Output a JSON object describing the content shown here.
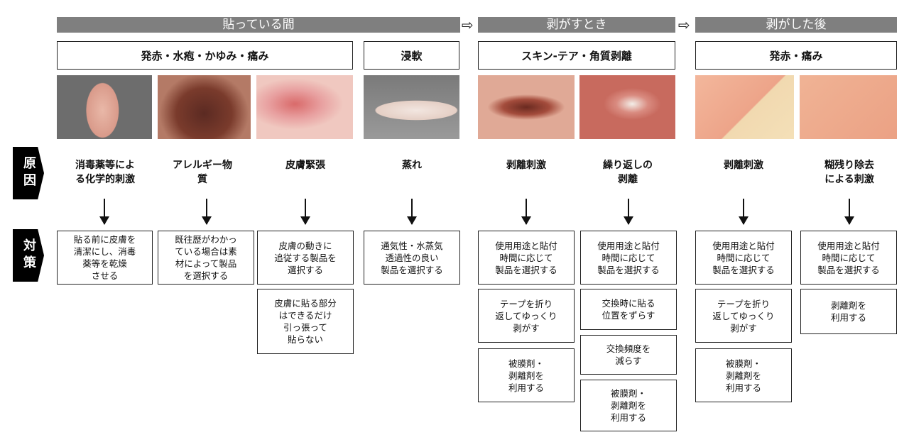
{
  "phases": [
    {
      "label": "貼っている間"
    },
    {
      "label": "剥がすとき"
    },
    {
      "label": "剥がした後"
    }
  ],
  "categories": [
    {
      "label": "発赤・水疱・かゆみ・痛み"
    },
    {
      "label": "浸軟"
    },
    {
      "label": "スキン-テア・角質剥離"
    },
    {
      "label": "発赤・痛み"
    }
  ],
  "side_tabs": {
    "cause": "原因",
    "countermeasure": "対策"
  },
  "columns": [
    {
      "cause": "消毒薬等によ\nる化学的刺激",
      "measures": [
        "貼る前に皮膚を\n清潔にし、消毒\n薬等を乾燥\nさせる"
      ]
    },
    {
      "cause": "アレルギー物\n質",
      "measures": [
        "既往歴がわかっ\nている場合は素\n材によって製品\nを選択する"
      ]
    },
    {
      "cause": "皮膚緊張",
      "measures": [
        "皮膚の動きに\n追従する製品を\n選択する",
        "皮膚に貼る部分\nはできるだけ\n引っ張って\n貼らない"
      ]
    },
    {
      "cause": "蒸れ",
      "measures": [
        "通気性・水蒸気\n透過性の良い\n製品を選択する"
      ]
    },
    {
      "cause": "剥離刺激",
      "measures": [
        "使用用途と貼付\n時間に応じて\n製品を選択する",
        "テープを折り\n返してゆっくり\n剥がす",
        "被膜剤・\n剥離剤を\n利用する"
      ]
    },
    {
      "cause": "繰り返しの\n剥離",
      "measures": [
        "使用用途と貼付\n時間に応じて\n製品を選択する",
        "交換時に貼る\n位置をずらす",
        "交換頻度を\n減らす",
        "被膜剤・\n剥離剤を\n利用する"
      ]
    },
    {
      "cause": "剥離刺激",
      "measures": [
        "使用用途と貼付\n時間に応じて\n製品を選択する",
        "テープを折り\n返してゆっくり\n剥がす",
        "被膜剤・\n剥離剤を\n利用する"
      ]
    },
    {
      "cause": "糊残り除去\nによる刺激",
      "measures": [
        "使用用途と貼付\n時間に応じて\n製品を選択する",
        "剥離剤を\n利用する"
      ]
    }
  ],
  "colors": {
    "phase_bar": "#7f7f7f",
    "side_tab": "#000000",
    "border": "#222222"
  }
}
